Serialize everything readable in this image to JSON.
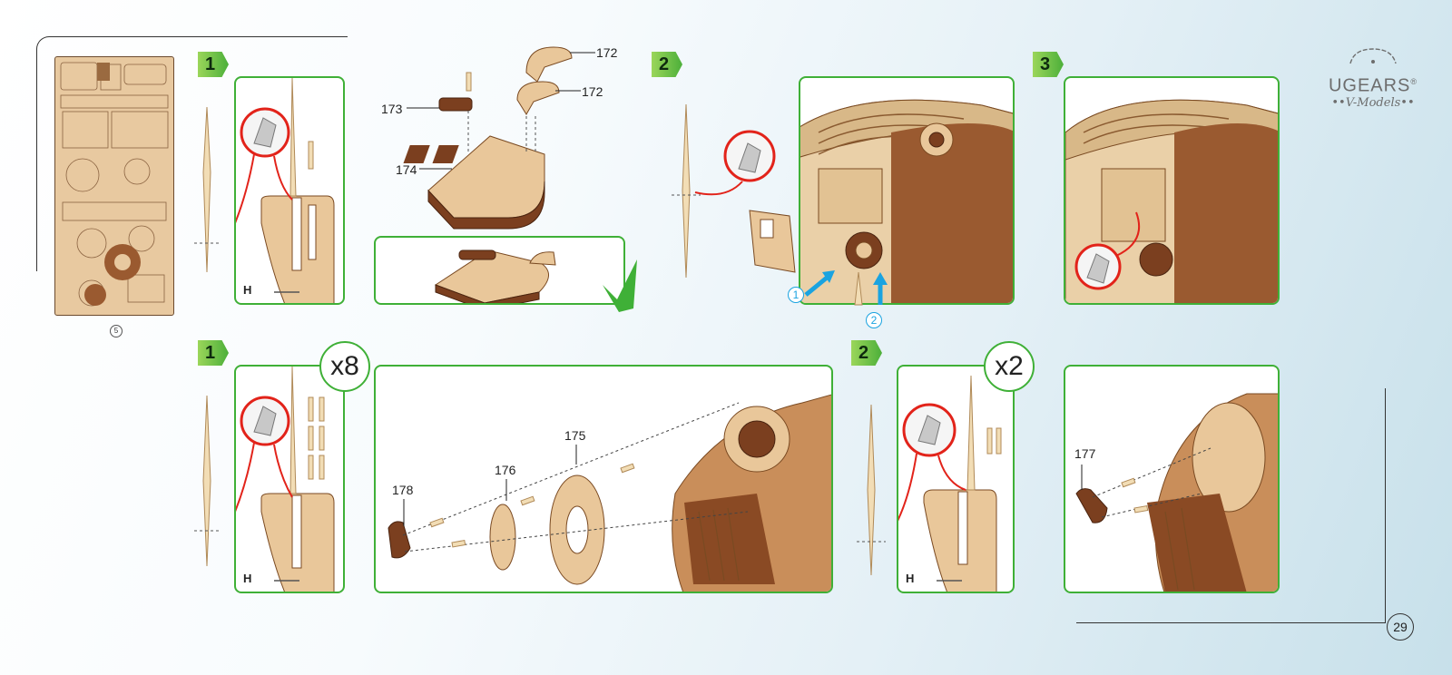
{
  "steps": {
    "a1": "1",
    "a2": "2",
    "a3": "3",
    "b1": "1",
    "b2": "2"
  },
  "multipliers": {
    "b1": "x8",
    "b2": "x2"
  },
  "part_labels": {
    "p172a": "172",
    "p172b": "172",
    "p173": "173",
    "p174": "174",
    "p175": "175",
    "p176": "176",
    "p177": "177",
    "p178": "178"
  },
  "sizer_marks": {
    "a": "H",
    "b": "H",
    "c": "H"
  },
  "arrow_badges": {
    "one": "1",
    "two": "2"
  },
  "sheet_number": "5",
  "page_number": "29",
  "brand": {
    "name": "UGEARS",
    "registered": "®",
    "sub": "••V-Models••"
  },
  "colors": {
    "frame_green": "#3fb037",
    "cut_red": "#e2231a",
    "assembly_blue": "#1aa3e0",
    "wood": "#e9c79a",
    "wood_dark": "#7b3f1f"
  }
}
